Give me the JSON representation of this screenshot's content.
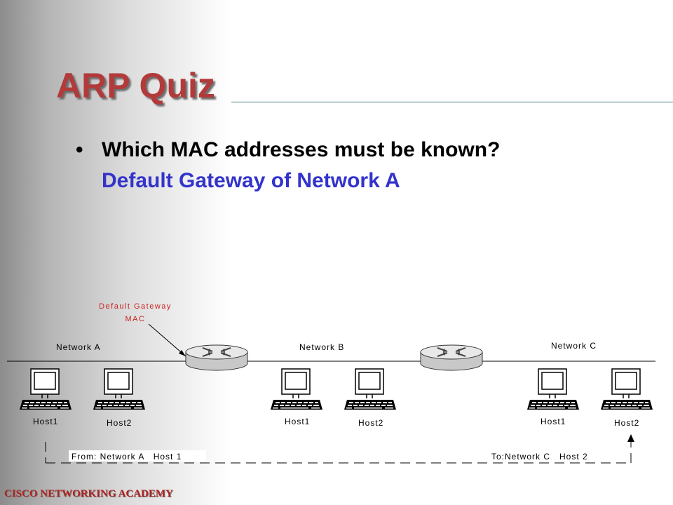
{
  "slide": {
    "title": "ARP Quiz",
    "question": "Which MAC addresses must be known?",
    "answer": "Default Gateway of Network A",
    "footer": "CISCO NETWORKING ACADEMY"
  },
  "diagram": {
    "callout": {
      "line1": "Default Gateway",
      "line2": "MAC"
    },
    "networks": [
      {
        "label": "Network A",
        "hosts": [
          "Host1",
          "Host2"
        ]
      },
      {
        "label": "Network B",
        "hosts": [
          "Host1",
          "Host2"
        ]
      },
      {
        "label": "Network C",
        "hosts": [
          "Host1",
          "Host2"
        ]
      }
    ],
    "path": {
      "from": "From: Network A   Host 1",
      "to": "To:Network C   Host 2"
    }
  },
  "colors": {
    "title": "#b23a3a",
    "answer": "#3333cc",
    "callout": "#cc2222",
    "footer": "#b02020"
  },
  "icons": [
    "router-icon",
    "computer-icon",
    "arrow-up-icon"
  ]
}
